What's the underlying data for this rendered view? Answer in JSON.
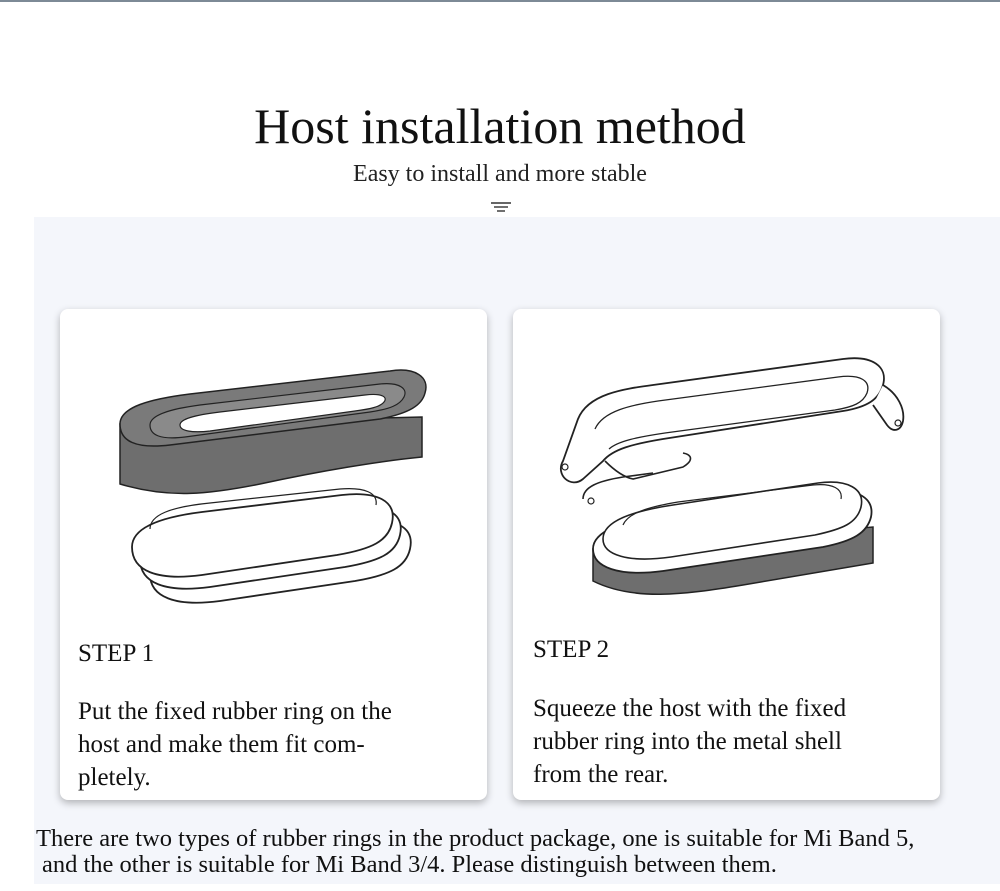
{
  "header": {
    "title": "Host installation method",
    "subtitle": "Easy to install and more stable"
  },
  "steps": [
    {
      "label": "STEP 1",
      "description_lines": [
        "Put the fixed rubber ring on the",
        "host and make them fit com-",
        "pletely."
      ]
    },
    {
      "label": "STEP 2",
      "description_lines": [
        "Squeeze the host with the fixed",
        "rubber ring into the metal shell",
        "from the rear."
      ]
    }
  ],
  "footnote": {
    "line1": "There are two types of rubber rings in the product package, one is suitable for Mi Band 5,",
    "line2": "and the other is suitable for Mi Band 3/4. Please distinguish between them."
  },
  "colors": {
    "rubber_ring": "#6e6e6e",
    "outline": "#222222",
    "panel": "#f4f6fb"
  }
}
